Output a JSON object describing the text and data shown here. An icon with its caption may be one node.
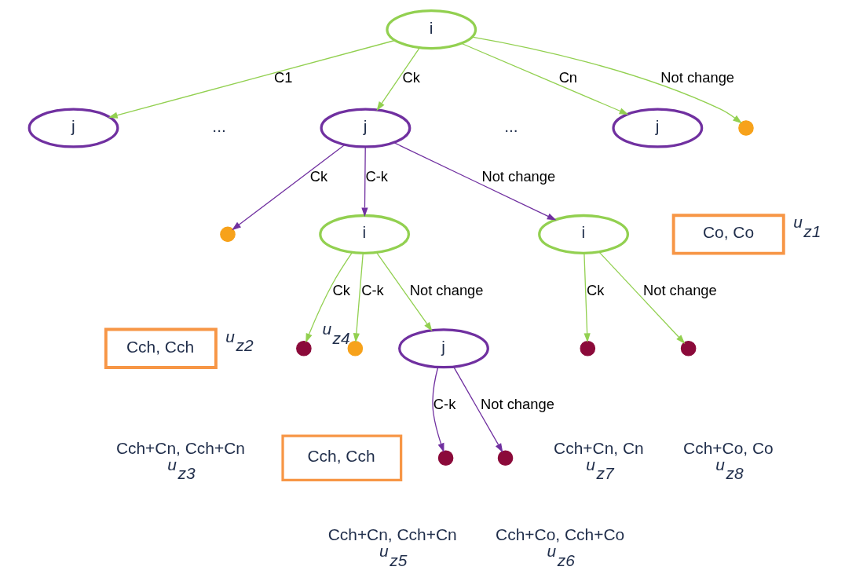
{
  "diagram": {
    "nodes": [
      {
        "text": [
          "i"
        ]
      },
      {
        "text": [
          "j"
        ]
      },
      {
        "text": [
          "j"
        ]
      },
      {
        "text": [
          "j"
        ]
      },
      {
        "text": [],
        "shape": "circle"
      },
      {
        "text": [
          "Co, Co"
        ],
        "beside": [
          "u$_{z1}$"
        ]
      },
      {
        "text": [],
        "shape": "circle"
      },
      {
        "text": [
          "Cch, Cch"
        ],
        "beside": [
          "u$_{z2}$"
        ]
      },
      {
        "text": [
          "i"
        ]
      },
      {
        "text": [
          "i"
        ]
      },
      {
        "text": [],
        "shape": "circle",
        "beside": [
          "Cch+Cn, Cch+Cn",
          "u$_{z3}$"
        ]
      },
      {
        "text": [],
        "shape": "circle",
        "beside": [
          "u$_{z4}$"
        ]
      },
      {
        "text": [
          "Cch, Cch"
        ]
      },
      {
        "text": [
          "j"
        ]
      },
      {
        "text": [],
        "shape": "circle",
        "beside": [
          "Cch+Cn, Cch+Cn",
          "u$_{z5}$"
        ]
      },
      {
        "text": [],
        "shape": "circle",
        "beside": [
          "Cch+Co, Cch+Co",
          "u$_{z6}$"
        ]
      },
      {
        "text": [],
        "shape": "circle",
        "beside": [
          "Cch+Cn, Cn",
          "u$_{z7}$"
        ]
      },
      {
        "text": [],
        "shape": "circle",
        "beside": [
          "Cch+Co, Co",
          "u$_{z8}$"
        ]
      }
    ],
    "edges": [
      {
        "from": 0,
        "to": 1,
        "arrow": "to",
        "label": "C1"
      },
      {
        "from": 0,
        "to": 2,
        "arrow": "to",
        "label": "Ck"
      },
      {
        "from": 0,
        "to": 3,
        "arrow": "to",
        "label": "Cn"
      },
      {
        "from": 0,
        "to": 4,
        "arrow": "to",
        "label": "Not change"
      },
      {
        "from": 2,
        "to": 6,
        "arrow": "to",
        "label": "Ck",
        "color": "#7030a0"
      },
      {
        "from": 2,
        "to": 8,
        "arrow": "to",
        "label": "C-k",
        "color": "#7030a0"
      },
      {
        "from": 2,
        "to": 9,
        "arrow": "to",
        "label": "Not change",
        "color": "#7030a0"
      },
      {
        "from": 8,
        "to": 10,
        "arrow": "to",
        "label": "Ck"
      },
      {
        "from": 8,
        "to": 11,
        "arrow": "to",
        "label": "C-k"
      },
      {
        "from": 8,
        "to": 13,
        "arrow": "to",
        "label": "Not change"
      },
      {
        "from": 9,
        "to": 16,
        "arrow": "to",
        "label": "Ck"
      },
      {
        "from": 9,
        "to": 17,
        "arrow": "to",
        "label": "Not change"
      },
      {
        "from": 13,
        "to": 14,
        "arrow": "to",
        "label": "C-k",
        "color": "#7030a0"
      },
      {
        "from": 13,
        "to": 15,
        "arrow": "to",
        "label": "Not change",
        "color": "#7030a0"
      }
    ],
    "labels": [
      "...",
      "..."
    ]
  }
}
